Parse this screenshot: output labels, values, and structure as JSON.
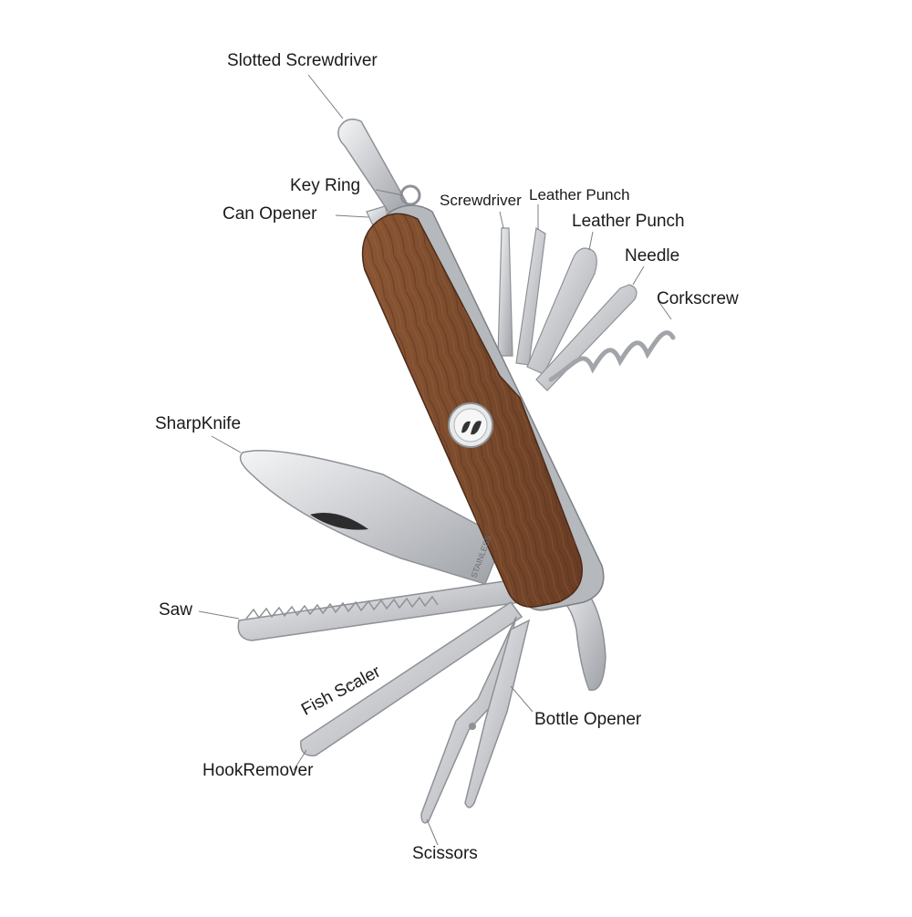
{
  "labels": {
    "slotted_screwdriver": "Slotted Screwdriver",
    "key_ring": "Key Ring",
    "can_opener": "Can Opener",
    "screwdriver": "Screwdriver",
    "leather_punch_1": "Leather Punch",
    "leather_punch_2": "Leather Punch",
    "needle": "Needle",
    "corkscrew": "Corkscrew",
    "sharp_knife": "SharpKnife",
    "saw": "Saw",
    "fish_scaler": "Fish Scaler",
    "bottle_opener": "Bottle Opener",
    "hook_remover": "HookRemover",
    "scissors": "Scissors"
  },
  "blade_text": "STAINLESS",
  "colors": {
    "wood": "#7a4a2c",
    "wood_dark": "#5a3320",
    "steel": "#d9dadd",
    "steel_dark": "#8e9196",
    "leader": "#7f7f7f"
  }
}
